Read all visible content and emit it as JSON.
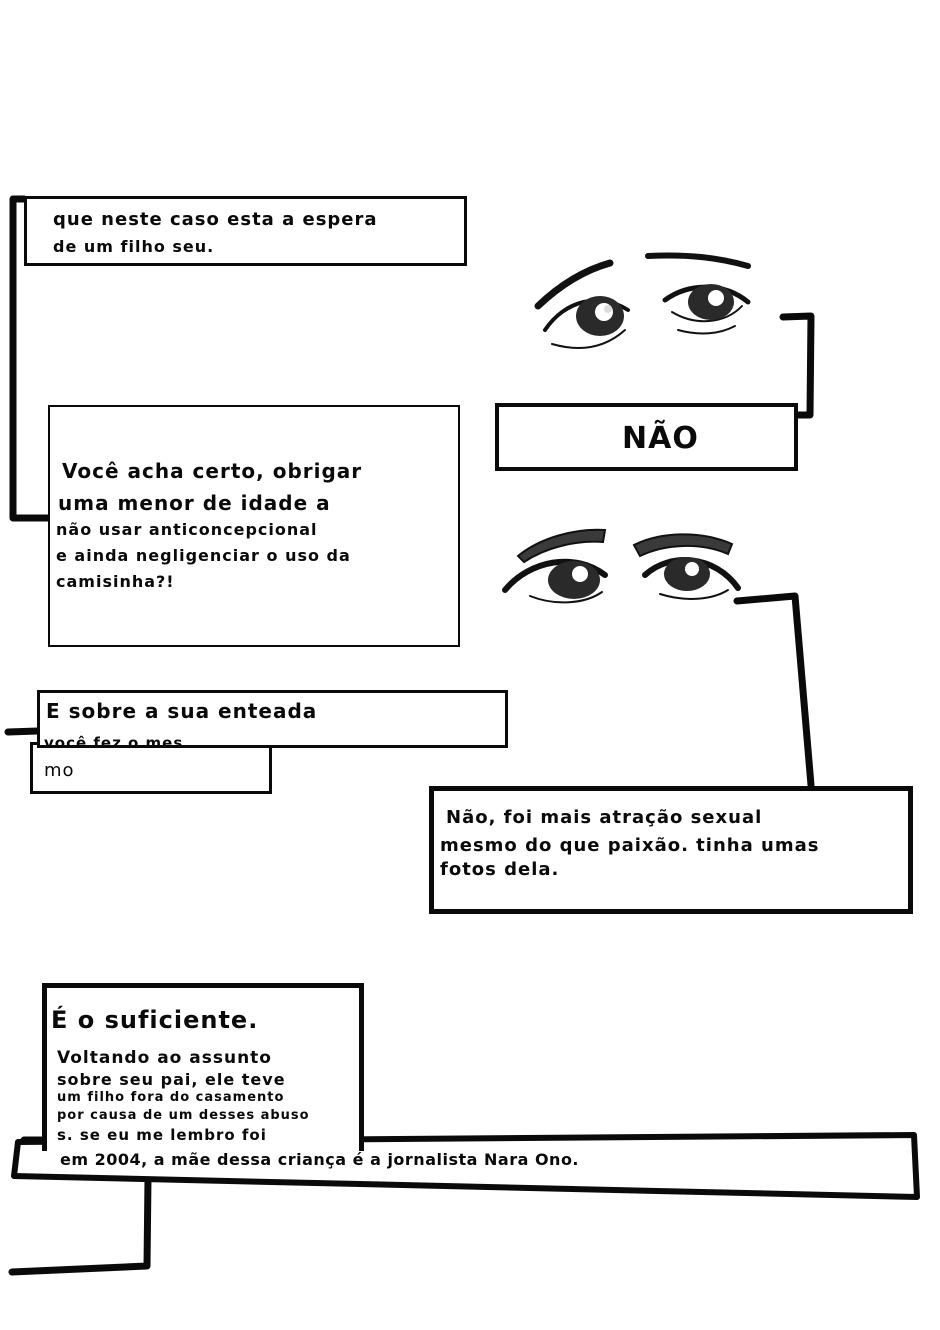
{
  "balloons": {
    "top_left": {
      "line1": "que neste caso esta a espera",
      "line2": "de um filho seu."
    },
    "question": {
      "line1": "Você acha certo, obrigar",
      "line2": "uma menor de idade a",
      "line3": "não usar anticoncepcional",
      "line4": "e ainda negligenciar o uso da",
      "line5": "camisinha?!"
    },
    "nao": {
      "text": "NÃO"
    },
    "enteada": {
      "line1": "E sobre a sua enteada",
      "line2": "você fez o mes",
      "line3": "mo"
    },
    "atracao": {
      "line1": "Não, foi mais atração sexual",
      "line2": "mesmo do que paixão. tinha umas",
      "line3": "fotos dela."
    },
    "suficiente": {
      "line1": "É o suficiente.",
      "line2": "Voltando ao assunto",
      "line3": "sobre seu pai, ele teve",
      "line4": "um filho fora do casamento",
      "line5": "por causa de um desses abuso",
      "line6": "s. se eu me lembro foi",
      "line7": "em 2004, a mãe dessa criança é a jornalista Nara Ono."
    }
  }
}
